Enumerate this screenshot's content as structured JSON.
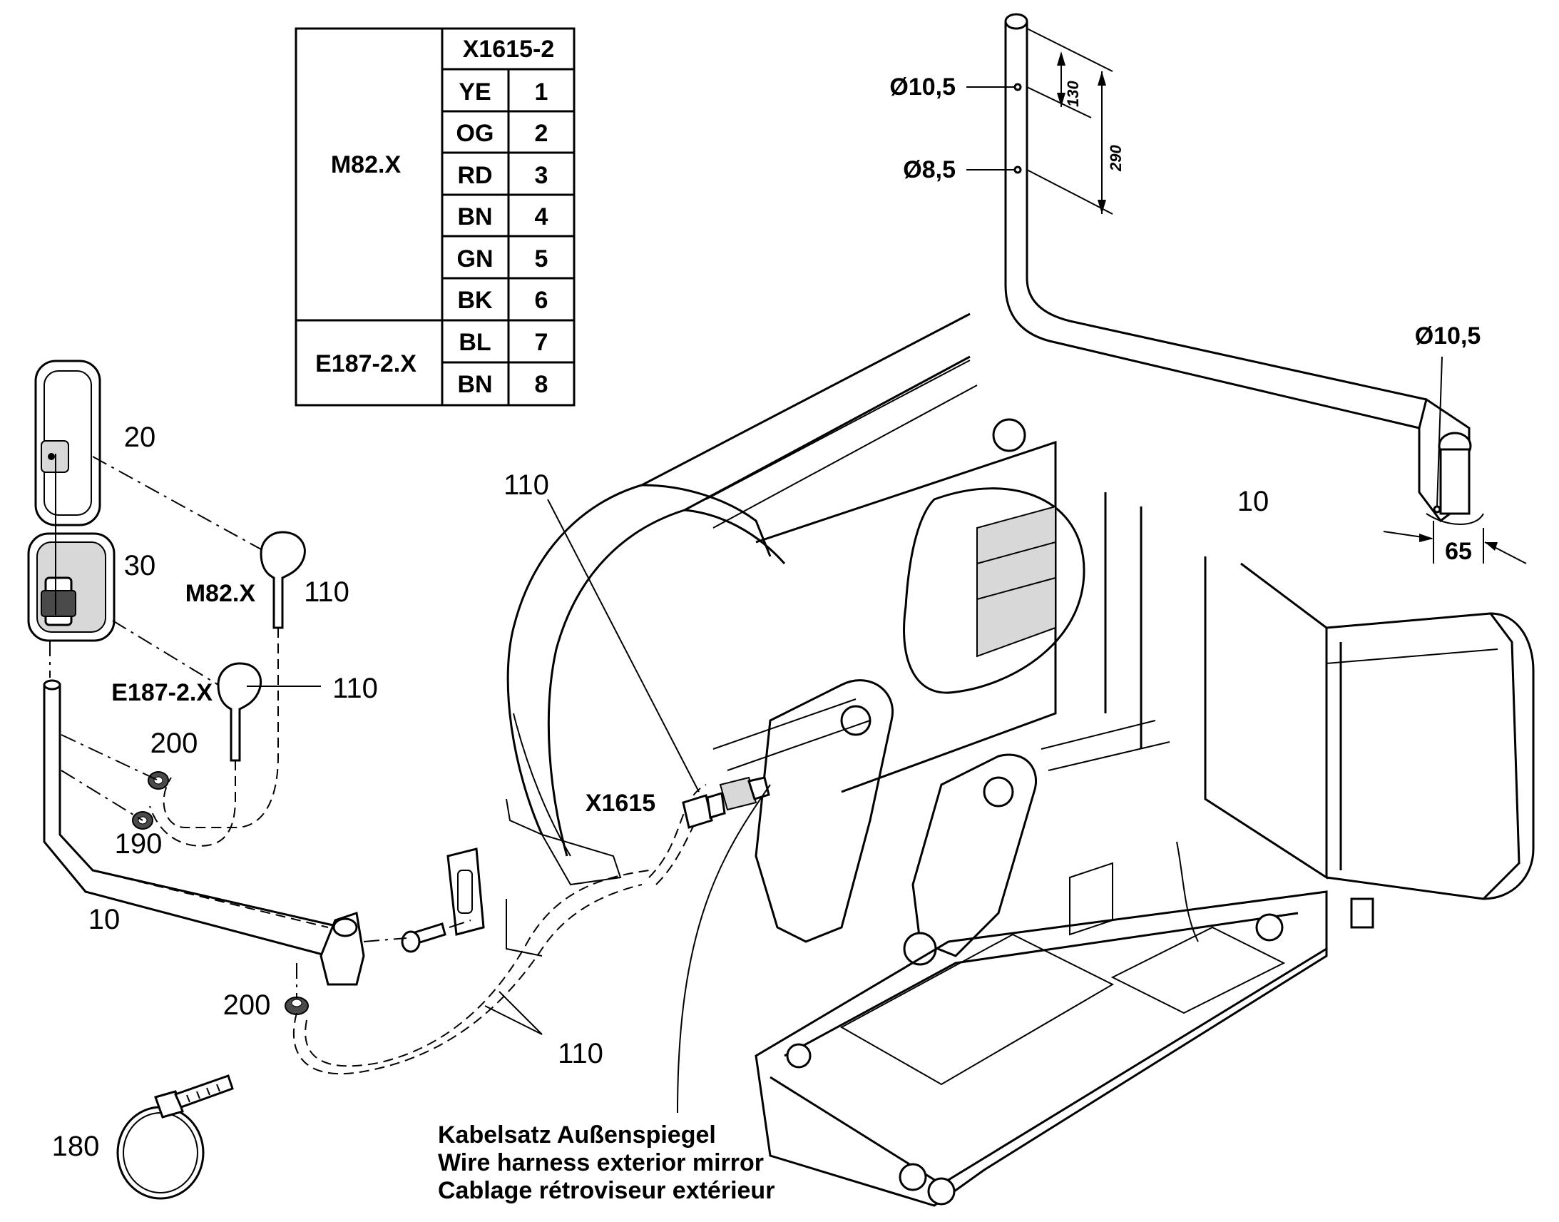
{
  "table": {
    "connector_header": "X1615-2",
    "groups": [
      {
        "name": "M82.X",
        "rows": [
          {
            "color": "YE",
            "pin": "1"
          },
          {
            "color": "OG",
            "pin": "2"
          },
          {
            "color": "RD",
            "pin": "3"
          },
          {
            "color": "BN",
            "pin": "4"
          },
          {
            "color": "GN",
            "pin": "5"
          },
          {
            "color": "BK",
            "pin": "6"
          }
        ]
      },
      {
        "name": "E187-2.X",
        "rows": [
          {
            "color": "BL",
            "pin": "7"
          },
          {
            "color": "BN",
            "pin": "8"
          }
        ]
      }
    ]
  },
  "callouts": {
    "c10_left": "10",
    "c10_right": "10",
    "c20": "20",
    "c30": "30",
    "c110_a": "110",
    "c110_b": "110",
    "c110_c": "110",
    "c110_d": "110",
    "c180": "180",
    "c190": "190",
    "c200_a": "200",
    "c200_b": "200"
  },
  "connectors": {
    "m82": "M82.X",
    "e187": "E187-2.X",
    "x1615": "X1615"
  },
  "dimensions": {
    "hole_top": "Ø10,5",
    "hole_mid": "Ø8,5",
    "hole_end": "Ø10,5",
    "d130": "130",
    "d290": "290",
    "d65": "65"
  },
  "caption": {
    "de": "Kabelsatz Außenspiegel",
    "en": "Wire harness exterior mirror",
    "fr": "Cablage rétroviseur extérieur"
  }
}
